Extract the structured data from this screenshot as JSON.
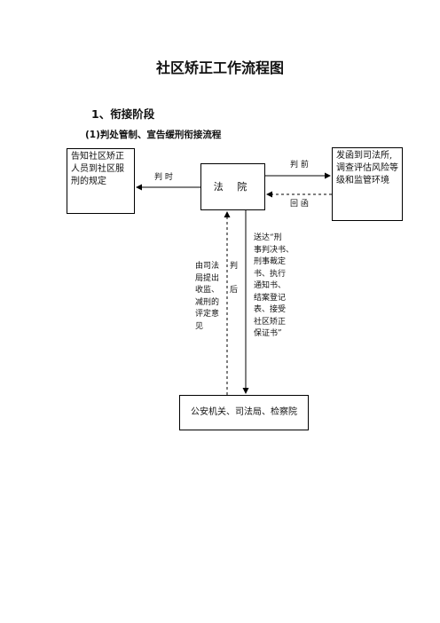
{
  "title": "社区矫正工作流程图",
  "section": "1、衔接阶段",
  "subsection": "(1)判处管制、宣告缓刑衔接流程",
  "boxes": {
    "notify": "告知社区矫正人员到社区服刑的规定",
    "judicial": "发函到司法所,调查评估风险等级和监管环境",
    "court": "法  院",
    "agencies": "公安机关、司法局、检察院"
  },
  "labels": {
    "at_judgment": "判  时",
    "before_judgment": "判  前",
    "reply": "回  函",
    "after_judgment": "判\n\n后",
    "opinion": "由司法\n局提出\n收监、\n减刑的\n评定意\n见",
    "documents": "送达“刑\n事判决书、\n刑事裁定\n书、执行\n通知书、\n结案登记\n表、接受\n社区矫正\n保证书”"
  }
}
